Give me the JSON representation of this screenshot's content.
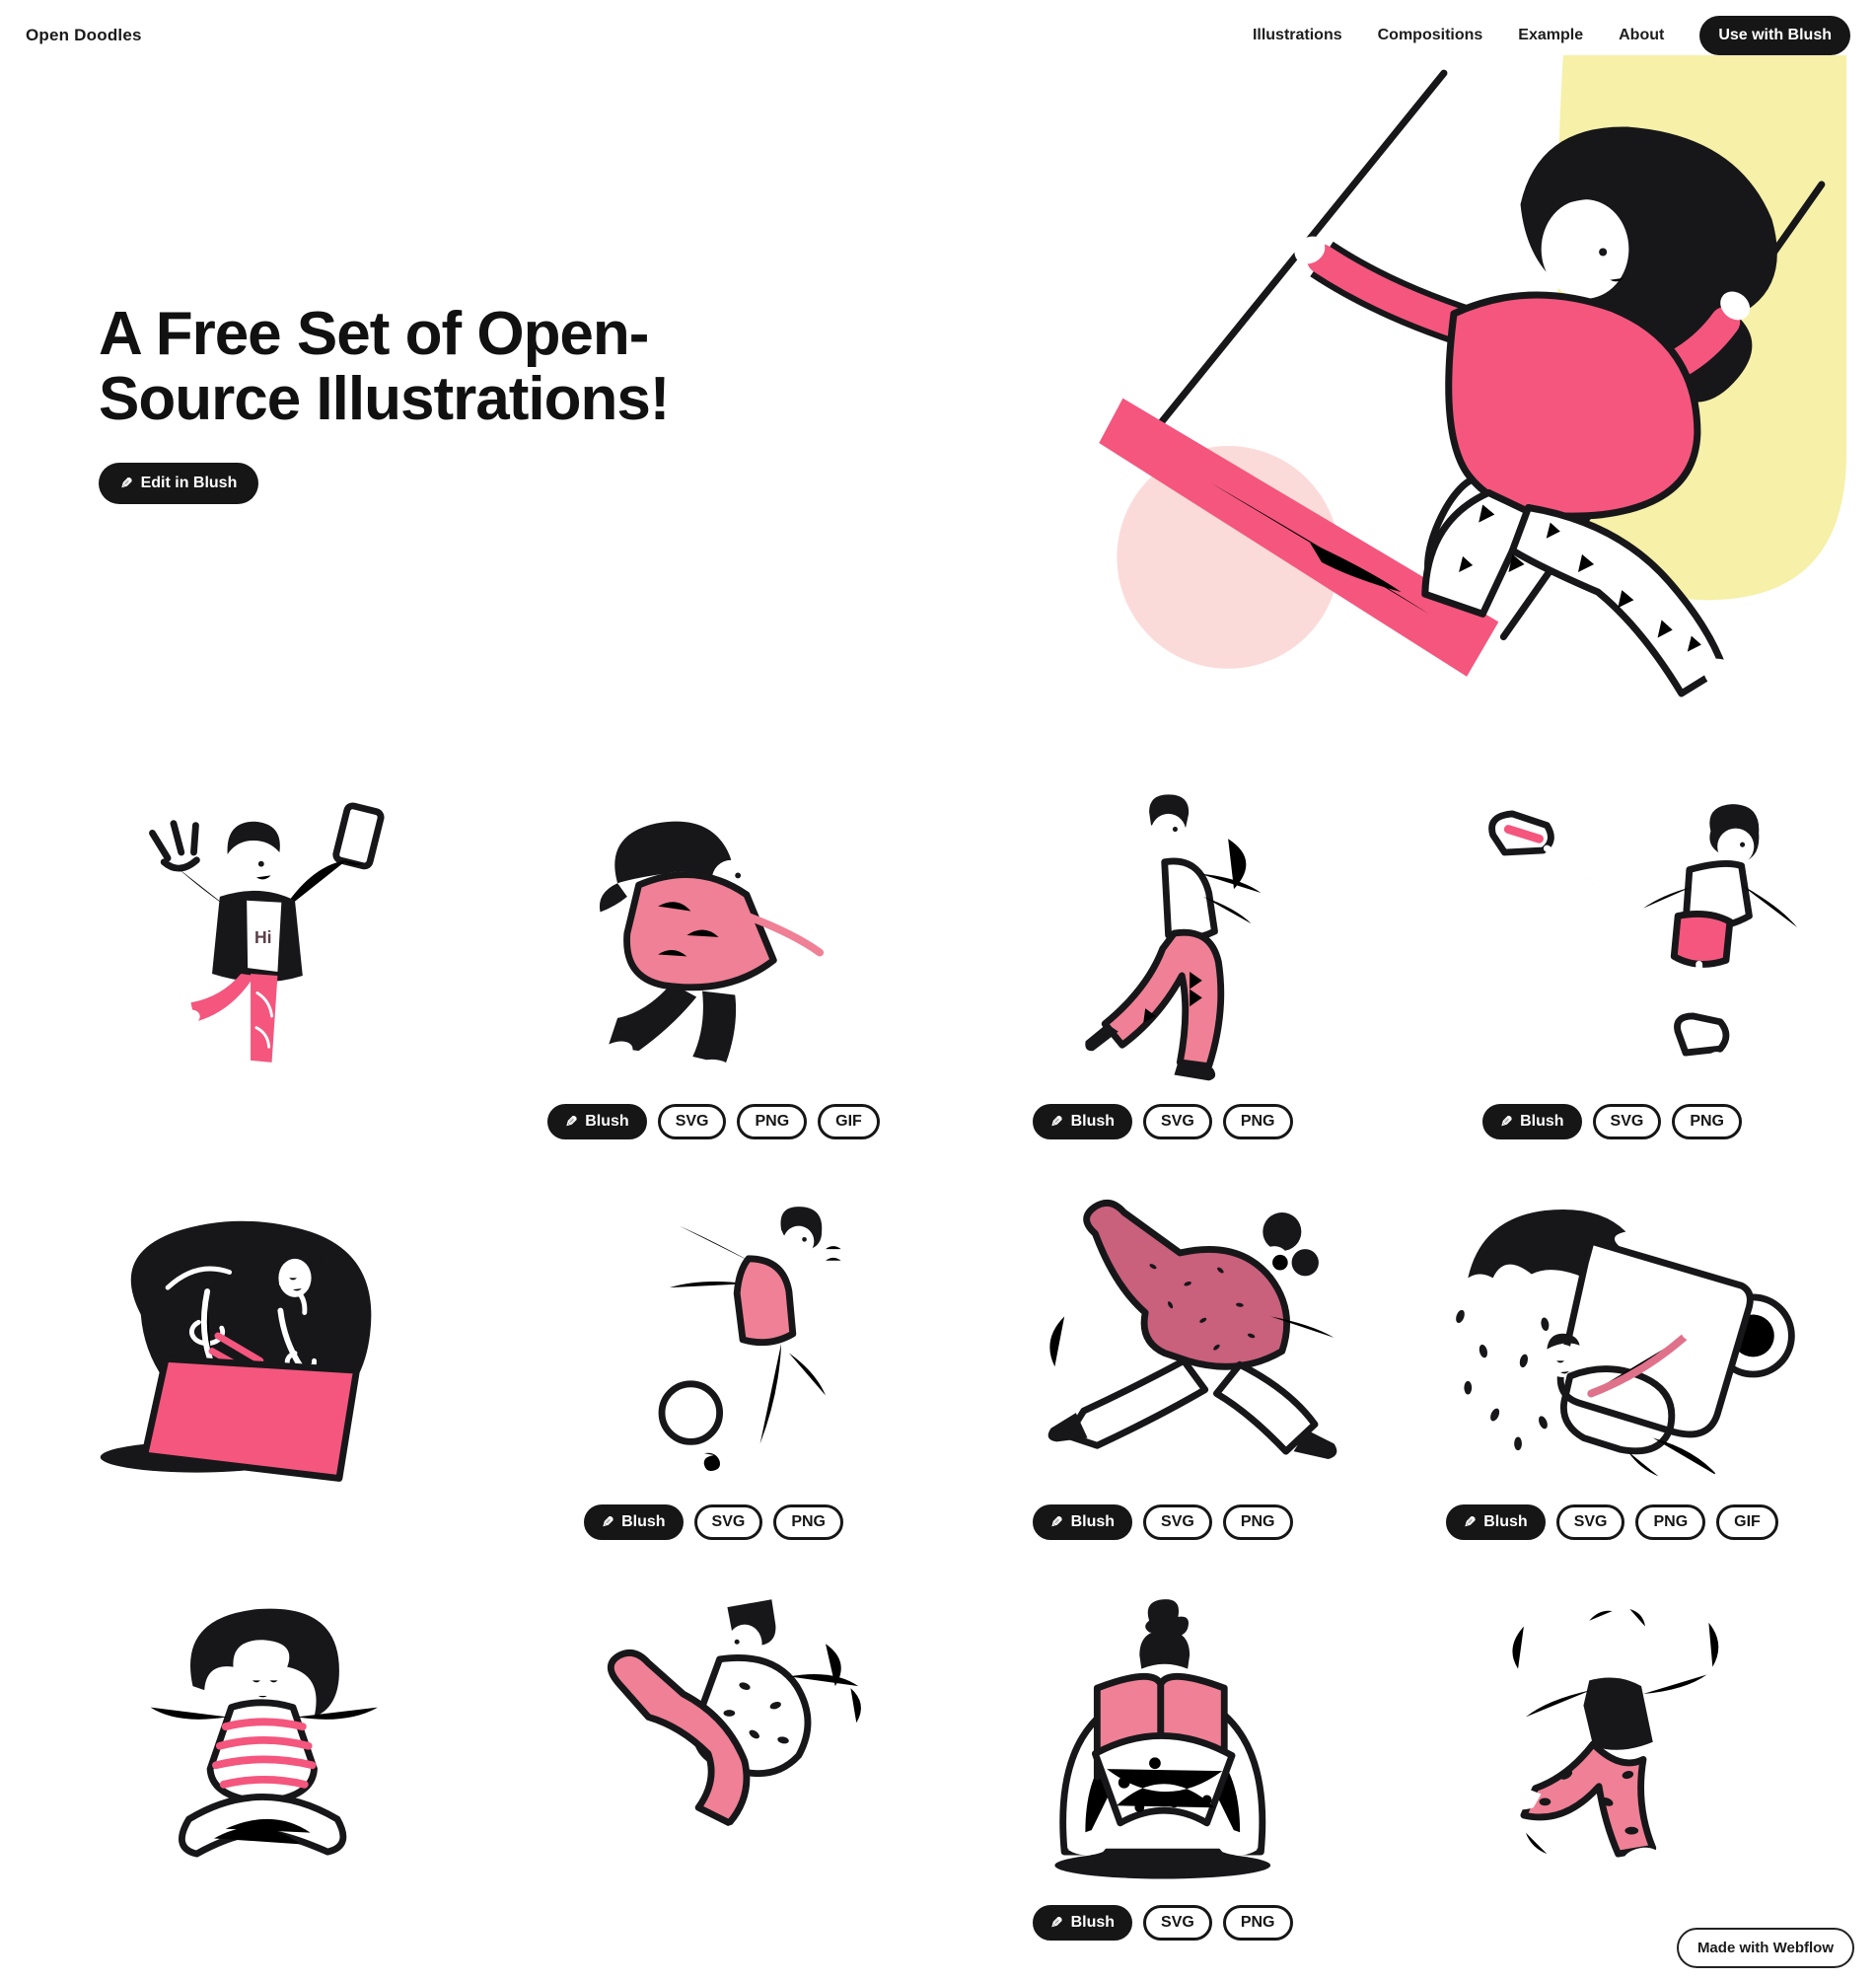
{
  "brand": {
    "logo": "Open Doodles"
  },
  "nav": {
    "items": [
      {
        "label": "Illustrations"
      },
      {
        "label": "Compositions"
      },
      {
        "label": "Example"
      },
      {
        "label": "About"
      }
    ],
    "cta_label": "Use with Blush"
  },
  "hero": {
    "title": "A Free Set of Open-Source Illustrations!",
    "edit_button_label": "Edit in Blush",
    "illustration": "woman-on-swing"
  },
  "cards": [
    {
      "name": "selfie",
      "shirt_text": "Hi",
      "buttons": []
    },
    {
      "name": "sweeping",
      "buttons": [
        {
          "label": "Blush",
          "primary": true
        },
        {
          "label": "SVG"
        },
        {
          "label": "PNG"
        },
        {
          "label": "GIF"
        }
      ]
    },
    {
      "name": "dancing-with-scarf",
      "buttons": [
        {
          "label": "Blush",
          "primary": true
        },
        {
          "label": "SVG"
        },
        {
          "label": "PNG"
        }
      ]
    },
    {
      "name": "roller-skating",
      "buttons": [
        {
          "label": "Blush",
          "primary": true
        },
        {
          "label": "SVG"
        },
        {
          "label": "PNG"
        }
      ]
    },
    {
      "name": "unboxing",
      "buttons": []
    },
    {
      "name": "playing-with-shapes",
      "buttons": [
        {
          "label": "Blush",
          "primary": true
        },
        {
          "label": "SVG"
        },
        {
          "label": "PNG"
        }
      ]
    },
    {
      "name": "running",
      "buttons": [
        {
          "label": "Blush",
          "primary": true
        },
        {
          "label": "SVG"
        },
        {
          "label": "PNG"
        }
      ]
    },
    {
      "name": "loving-coffee",
      "buttons": [
        {
          "label": "Blush",
          "primary": true
        },
        {
          "label": "SVG"
        },
        {
          "label": "PNG"
        },
        {
          "label": "GIF"
        }
      ]
    },
    {
      "name": "meditating",
      "buttons": []
    },
    {
      "name": "floating",
      "buttons": []
    },
    {
      "name": "reading",
      "buttons": [
        {
          "label": "Blush",
          "primary": true
        },
        {
          "label": "SVG"
        },
        {
          "label": "PNG"
        }
      ]
    },
    {
      "name": "dancing",
      "buttons": []
    }
  ],
  "footer": {
    "badge_label": "Made with Webflow"
  },
  "colors": {
    "ink": "#17171a",
    "pink": "#f4567e",
    "pink_soft": "#ef8095",
    "rose": "#c9607c",
    "pink_pale": "#fbdbda",
    "yellow_pale": "#f6f0a8"
  }
}
